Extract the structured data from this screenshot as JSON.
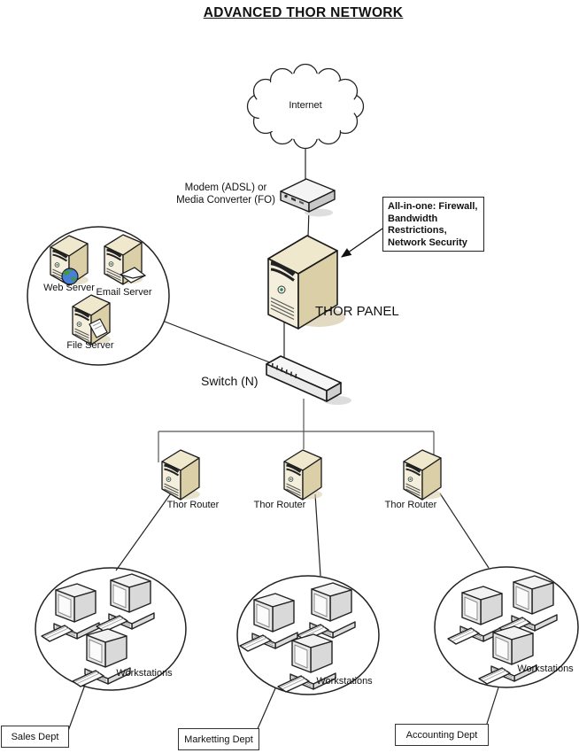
{
  "title": "ADVANCED THOR NETWORK",
  "internet": {
    "label": "Internet"
  },
  "modem": {
    "label_line1": "Modem (ADSL) or",
    "label_line2": "Media Converter (FO)"
  },
  "annotation": {
    "line1": "All-in-one: Firewall,",
    "line2": "Bandwidth",
    "line3": "Restrictions,",
    "line4": "Network Security"
  },
  "thor_panel": {
    "label": "THOR PANEL"
  },
  "switch": {
    "label": "Switch (N)"
  },
  "server_group": {
    "web_label": "Web Server",
    "email_label": "Email Server",
    "file_label": "File Server"
  },
  "routers": {
    "left_label": "Thor Router",
    "middle_label": "Thor Router",
    "right_label": "Thor Router"
  },
  "workstation_groups": {
    "left_label": "Workstations",
    "middle_label": "Workstations",
    "right_label": "Workstations"
  },
  "departments": {
    "left_label": "Sales Dept",
    "middle_label": "Marketting Dept",
    "right_label": "Accounting Dept"
  },
  "colors": {
    "tower_front": "#f4efdc",
    "tower_side": "#dbcfa7",
    "tower_top": "#efe8cd",
    "outline": "#1a1a1a",
    "shadow": "#cfc29b"
  }
}
